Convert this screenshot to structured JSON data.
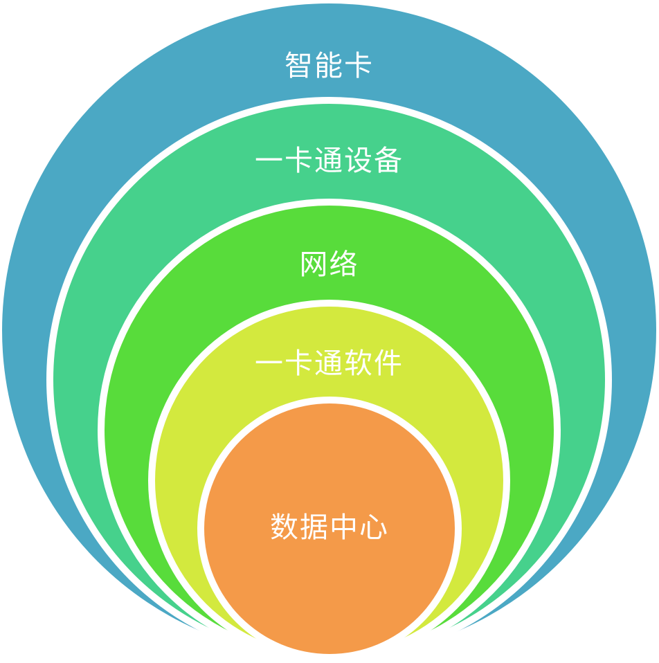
{
  "diagram": {
    "type": "nested-circles-onion",
    "background_color": "#FFFFFF",
    "gap_color": "#FFFFFF",
    "text_color": "#FFFFFF",
    "levels": [
      {
        "label": "智能卡",
        "color": "#4BA8C4"
      },
      {
        "label": "一卡通设备",
        "color": "#46D18C"
      },
      {
        "label": "网络",
        "color": "#58DC3B"
      },
      {
        "label": "一卡通软件",
        "color": "#D3E93E"
      },
      {
        "label": "数据中心",
        "color": "#F49A49"
      }
    ]
  }
}
